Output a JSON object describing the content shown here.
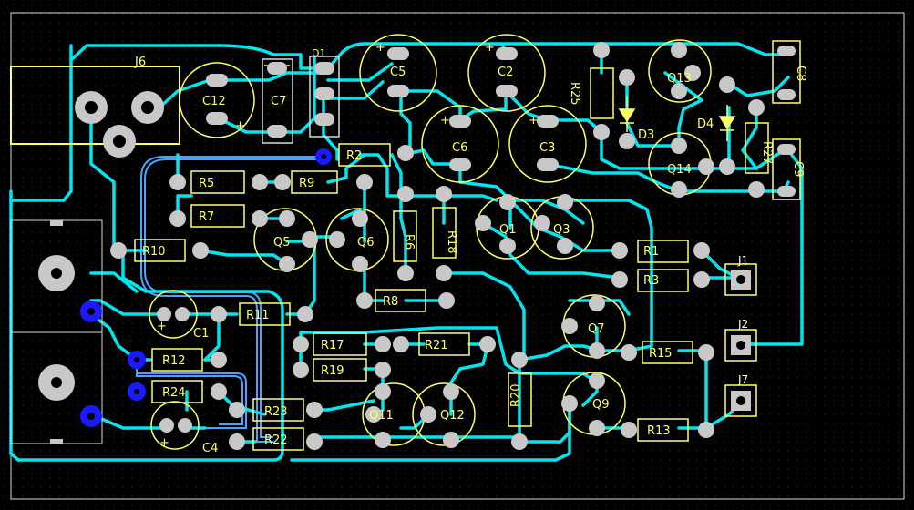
{
  "colors": {
    "background": "#000000",
    "grid_dot": "#3a3a3a",
    "frame": "#d9d9d9",
    "track": "#00e5ee",
    "track_bottom": "#4aa3ff",
    "silkscreen": "#ffff66",
    "pad": "#c8c8c8",
    "via": "#1a1aff",
    "jumper_text": "#ffffff"
  },
  "labels": {
    "J6": "J6",
    "C12": "C12",
    "C7": "C7",
    "D1": "D1",
    "C5": "C5",
    "C2": "C2",
    "R25": "R25",
    "Q13": "Q13",
    "C8": "C8",
    "D3": "D3",
    "D4": "D4",
    "C6": "C6",
    "C3": "C3",
    "Q14": "Q14",
    "R27": "R27",
    "C9": "C9",
    "R2": "R2",
    "R5": "R5",
    "R9": "R9",
    "R7": "R7",
    "Q5": "Q5",
    "Q6": "Q6",
    "R6": "R6",
    "R18": "R18",
    "Q1": "Q1",
    "Q3": "Q3",
    "R1": "R1",
    "J1": "J1",
    "R10": "R10",
    "R3": "R3",
    "R8": "R8",
    "C1": "C1",
    "R11": "R11",
    "Q7": "Q7",
    "J2": "J2",
    "R17": "R17",
    "R21": "R21",
    "R12": "R12",
    "R19": "R19",
    "R15": "R15",
    "J7": "J7",
    "R4": "R24",
    "Q9": "Q9",
    "R23": "R23",
    "Q11": "Q11",
    "Q12": "Q12",
    "R20": "R20",
    "R13": "R13",
    "R22": "R22",
    "C4": "C4",
    "plus": "+"
  }
}
